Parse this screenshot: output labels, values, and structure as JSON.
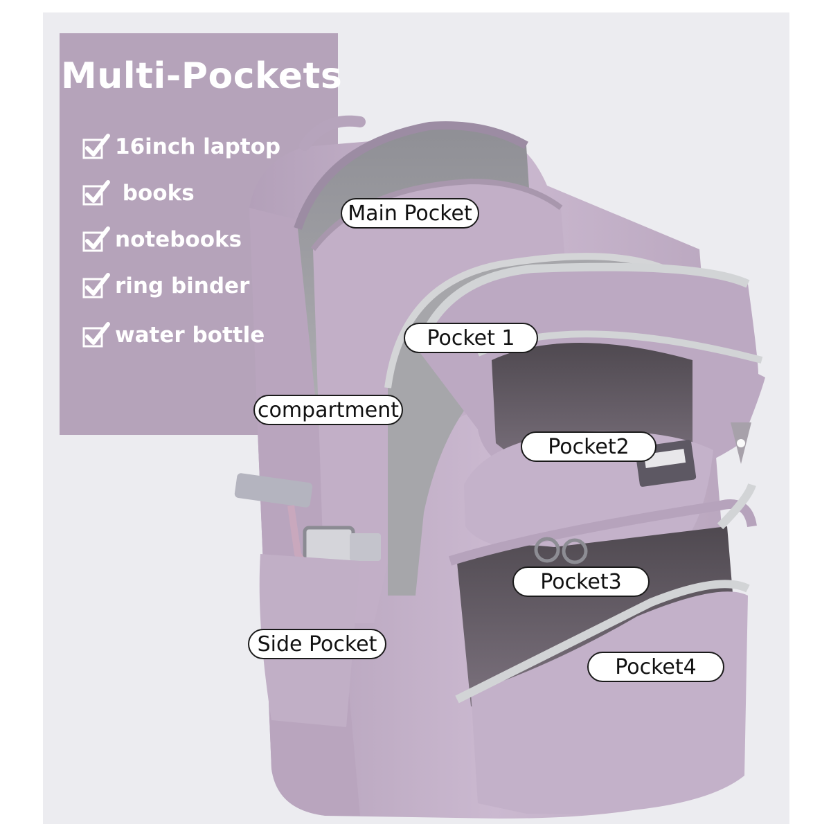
{
  "panel": {
    "title": "Multi-Pockets",
    "features": [
      {
        "label": "16inch laptop",
        "icon": "checkbox-check-icon"
      },
      {
        "label": " books",
        "icon": "checkbox-check-icon"
      },
      {
        "label": "notebooks",
        "icon": "checkbox-check-icon"
      },
      {
        "label": "ring binder",
        "icon": "checkbox-check-icon"
      },
      {
        "label": "water bottle",
        "icon": "checkbox-check-icon"
      }
    ],
    "background_color": "#b5a3ba",
    "text_color": "#ffffff"
  },
  "callouts": {
    "main_pocket": "Main Pocket",
    "pocket_1": "Pocket 1",
    "compartment": "compartment",
    "pocket_2": "Pocket2",
    "pocket_3": "Pocket3",
    "side_pocket": "Side Pocket",
    "pocket_4": "Pocket4"
  },
  "colors": {
    "backpack": "#c7b4cc",
    "lining": "#a4a4a8",
    "trim": "#d2d4d6"
  }
}
